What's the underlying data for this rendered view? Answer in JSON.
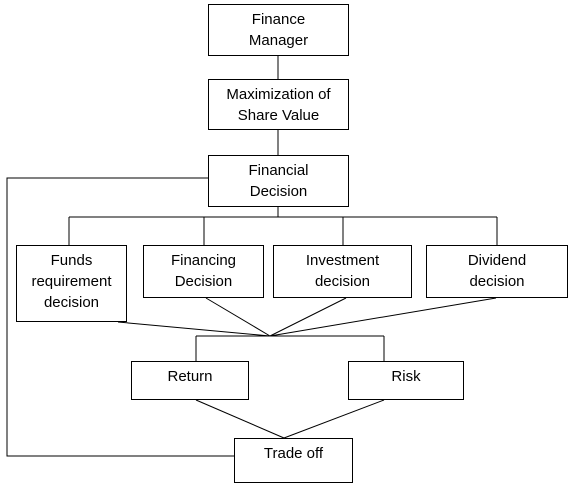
{
  "nodes": {
    "finance_manager": "Finance\nManager",
    "maximization": "Maximization of\nShare Value",
    "financial_decision": "Financial\nDecision",
    "funds_requirement": "Funds\nrequirement\ndecision",
    "financing_decision": "Financing\nDecision",
    "investment_decision": "Investment\ndecision",
    "dividend_decision": "Dividend\ndecision",
    "return": "Return",
    "risk": "Risk",
    "trade_off": "Trade off"
  }
}
